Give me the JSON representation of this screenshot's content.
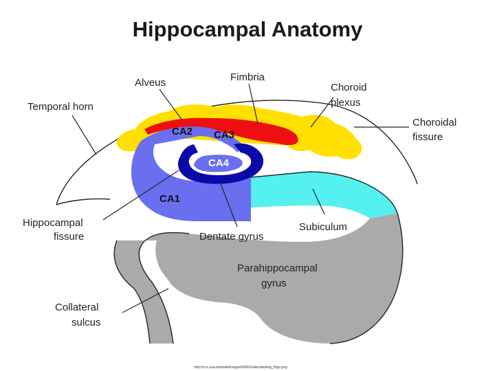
{
  "title": "Hippocampal Anatomy",
  "source_credit": "http://ccn.ucla.edu/wiki/images/0/06/Understanding_Hipp.png",
  "colors": {
    "background": "#ffffff",
    "ca1_ca2_ca3": "#6a6ff0",
    "dentate_gyrus": "#0a0aa8",
    "ca4": "#6a6ff0",
    "fimbria": "#ee1010",
    "choroid_plexus": "#ffe000",
    "subiculum": "#55f0f0",
    "parahippocampal_gyrus": "#aaaaaa",
    "outline": "#222222"
  },
  "labels": {
    "alveus": "Alveus",
    "fimbria": "Fimbria",
    "choroid_plexus_line1": "Choroid",
    "choroid_plexus_line2": "plexus",
    "temporal_horn": "Temporal horn",
    "choroidal_fissure_line1": "Choroidal",
    "choroidal_fissure_line2": "fissure",
    "hippocampal_fissure_line1": "Hippocampal",
    "hippocampal_fissure_line2": "fissure",
    "dentate_gyrus": "Dentate gyrus",
    "subiculum": "Subiculum",
    "parahippocampal_gyrus_line1": "Parahippocampal",
    "parahippocampal_gyrus_line2": "gyrus",
    "collateral_sulcus_line1": "Collateral",
    "collateral_sulcus_line2": "sulcus"
  },
  "regions": {
    "ca1": "CA1",
    "ca2": "CA2",
    "ca3": "CA3",
    "ca4": "CA4"
  }
}
